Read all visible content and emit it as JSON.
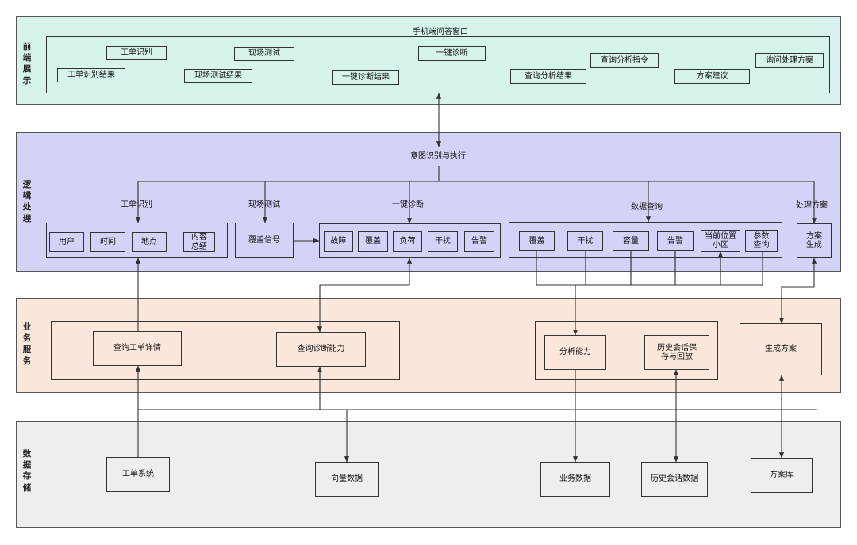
{
  "colors": {
    "front_bg": "#d6f3ee",
    "logic_bg": "#d3d2f7",
    "service_bg": "#fbe7dc",
    "storage_bg": "#eeeeee",
    "line": "#333333"
  },
  "layers": {
    "front": "前端展示",
    "logic": "逻辑处理",
    "service": "业务服务",
    "storage": "数据存储"
  },
  "front": {
    "window_title": "手机端问答窗口",
    "items": [
      "工单识别",
      "现场测试",
      "一键诊断",
      "查询分析指令",
      "询问处理方案",
      "工单识别结果",
      "现场测试结果",
      "一键诊断结果",
      "查询分析结果",
      "方案建议"
    ]
  },
  "logic": {
    "intent": "意图识别与执行",
    "branches": [
      "工单识别",
      "现场测试",
      "一键诊断",
      "数据查询",
      "处理方案"
    ],
    "ticket_fields": [
      "用户",
      "时间",
      "地点",
      "内容总结"
    ],
    "coverage_signal": "覆盖信号",
    "diagnosis_items": [
      "故障",
      "覆盖",
      "负荷",
      "干扰",
      "告警"
    ],
    "query_items": [
      "覆盖",
      "干扰",
      "容量",
      "告警",
      "当前位置小区",
      "参数查询"
    ],
    "plan_generation": "方案生成"
  },
  "service": {
    "ticket_detail": "查询工单详情",
    "diagnosis_ability": "查询诊断能力",
    "analysis_ability": "分析能力",
    "history_save": "历史会话保存与回放",
    "generate_plan": "生成方案"
  },
  "storage": {
    "ticket_system": "工单系统",
    "vector_data": "向量数据",
    "business_data": "业务数据",
    "history_data": "历史会话数据",
    "plan_library": "方案库"
  }
}
